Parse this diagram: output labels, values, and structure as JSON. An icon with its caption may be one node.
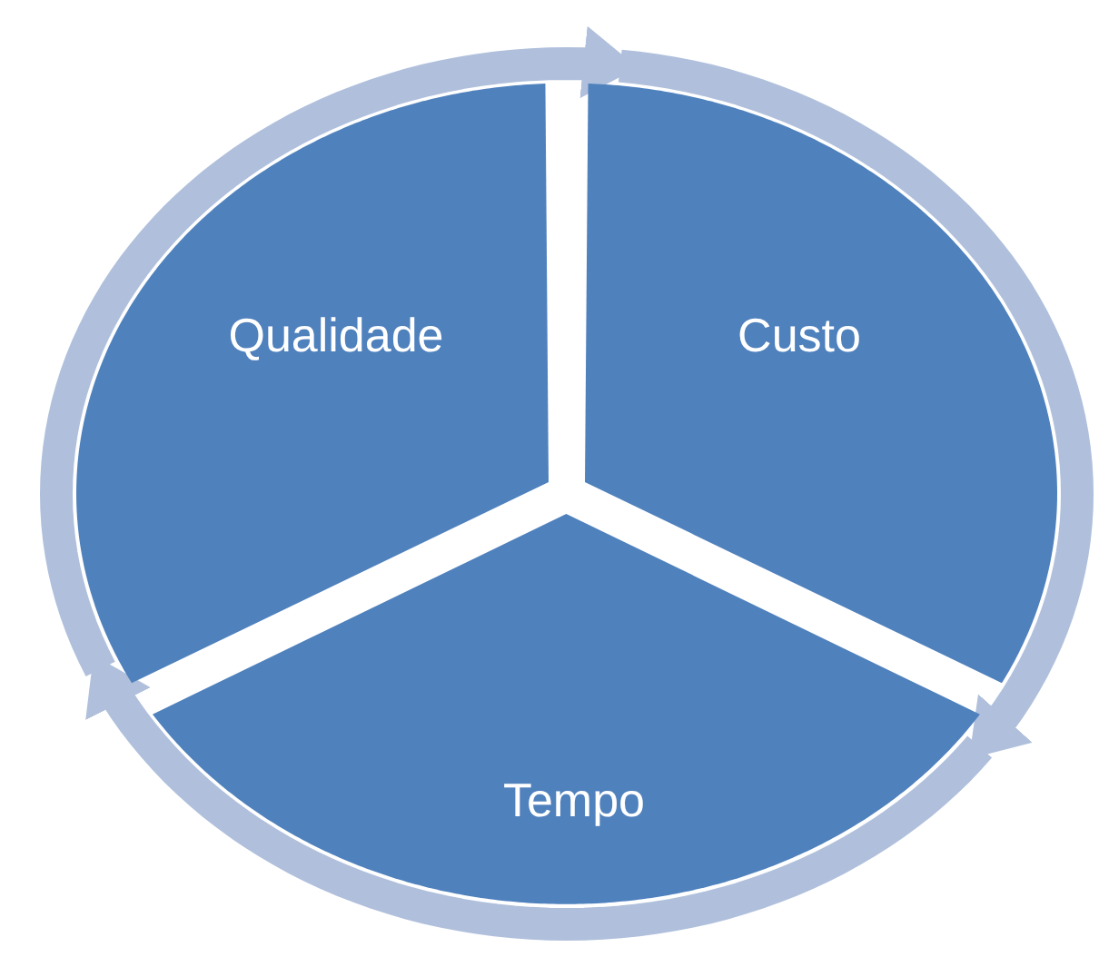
{
  "diagram": {
    "nodes": [
      {
        "text": [
          "Qualidade"
        ]
      },
      {
        "text": [
          "Custo"
        ]
      },
      {
        "text": [
          "Tempo"
        ]
      }
    ],
    "edges": [
      {
        "from": 0,
        "to": 1,
        "arrow": "to"
      },
      {
        "from": 1,
        "to": 2,
        "arrow": "to"
      },
      {
        "from": 2,
        "to": 0,
        "arrow": "to"
      }
    ]
  }
}
